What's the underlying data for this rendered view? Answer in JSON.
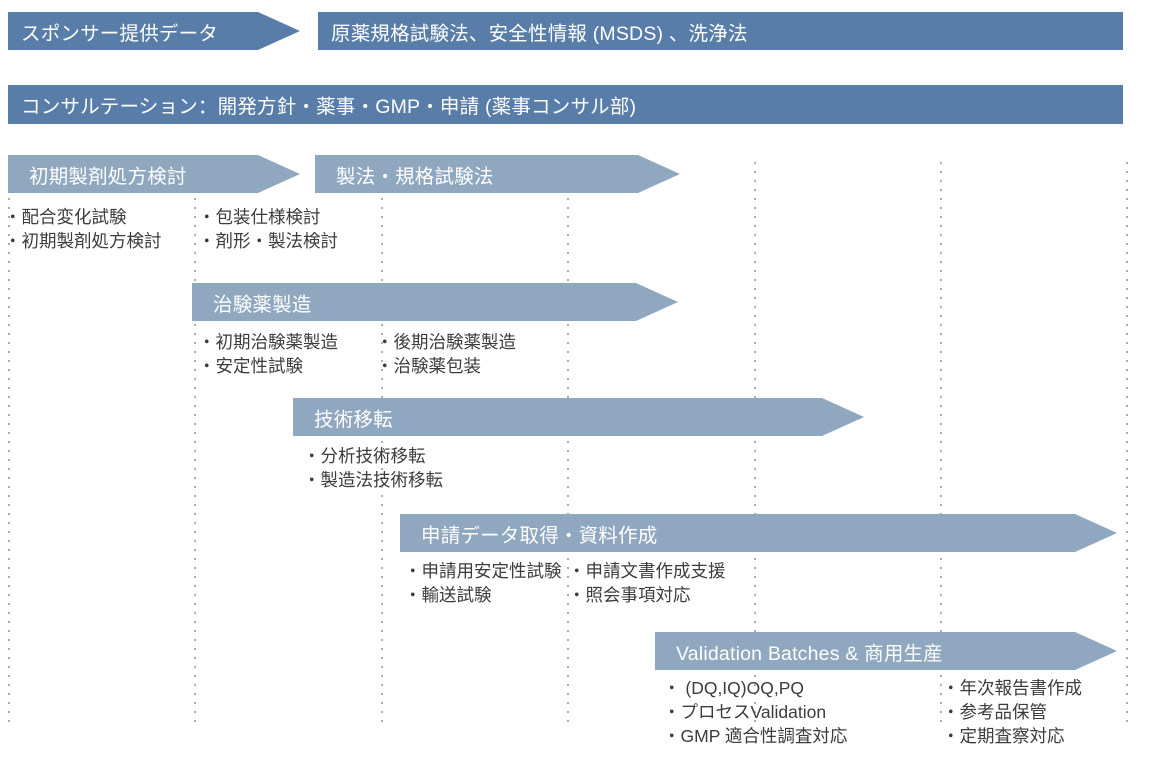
{
  "colors": {
    "bar_blue": "#587DA8",
    "arrow_blue": "#8FA7BF",
    "text_dark": "#3C3C3C",
    "divider_dot_gray": "#ACACAC"
  },
  "top": {
    "sponsor_arrow_label": "スポンサー提供データ",
    "sponsor_data_bar_label": "原薬規格試験法、安全性情報 (MSDS) 、洗浄法",
    "consultation_bar_label": "コンサルテーション：開発方針・薬事・GMP・申請 (薬事コンサル部)"
  },
  "gantt": {
    "arrows": {
      "initial_formulation": "初期製剤処方検討",
      "process_spec_method": "製法・規格試験法",
      "ctm_manufacturing": "治験薬製造",
      "tech_transfer": "技術移転",
      "submission_data": "申請データ取得・資料作成",
      "validation_commercial": "Validation Batches & 商用生産"
    },
    "bullets": {
      "initial_formulation_col1": [
        "・配合変化試験",
        "・初期製剤処方検討"
      ],
      "initial_formulation_col2": [
        "・包装仕様検討",
        "・剤形・製法検討"
      ],
      "ctm_col1": [
        "・初期治験薬製造",
        "・安定性試験"
      ],
      "ctm_col2": [
        "・後期治験薬製造",
        "・治験薬包装"
      ],
      "tech_transfer_col1": [
        "・分析技術移転",
        "・製造法技術移転"
      ],
      "submission_col1": [
        "・申請用安定性試験",
        "・輸送試験"
      ],
      "submission_col2": [
        "・申請文書作成支援",
        "・照会事項対応"
      ],
      "validation_col1": [
        "・ (DQ,IQ)OQ,PQ",
        "・プロセスValidation",
        "・GMP 適合性調査対応"
      ],
      "validation_col2": [
        "・年次報告書作成",
        "・参考品保管",
        "・定期査察対応"
      ]
    }
  }
}
